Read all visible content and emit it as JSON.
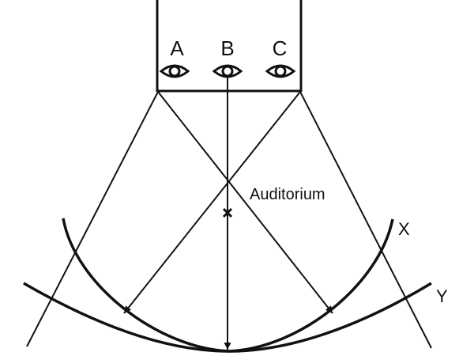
{
  "diagram": {
    "viewers": [
      {
        "label": "A",
        "icon": "eye-icon"
      },
      {
        "label": "B",
        "icon": "eye-icon"
      },
      {
        "label": "C",
        "icon": "eye-icon"
      }
    ],
    "region_label": "Auditorium",
    "curves": [
      {
        "label": "X"
      },
      {
        "label": "Y"
      }
    ],
    "colors": {
      "ink": "#111111",
      "background": "#ffffff"
    }
  }
}
